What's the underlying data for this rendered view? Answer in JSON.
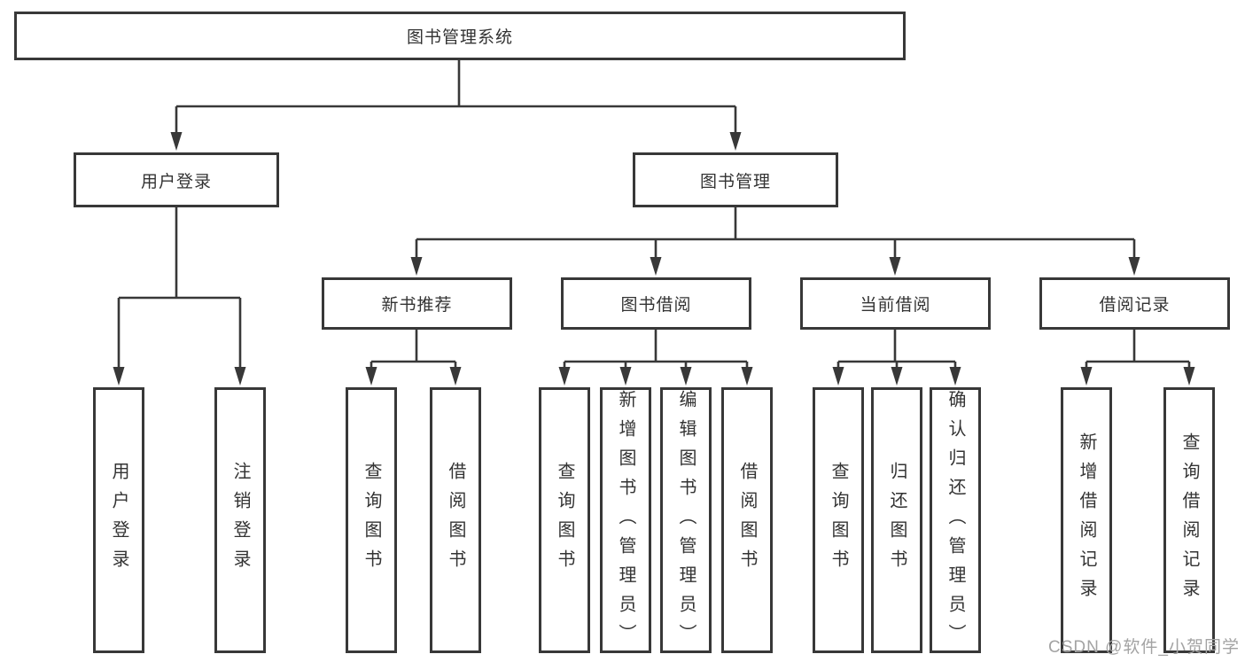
{
  "colors": {
    "line": "#383838",
    "text": "#333333",
    "watermark": "#a3a3a3",
    "background": "#ffffff"
  },
  "watermark": {
    "text": "CSDN @软件_小贺同学"
  },
  "tree": {
    "root": "图书管理系统",
    "children": [
      {
        "label": "用户登录",
        "children": [
          "用户登录",
          "注销登录"
        ]
      },
      {
        "label": "图书管理",
        "children": [
          {
            "label": "新书推荐",
            "children": [
              "查询图书",
              "借阅图书"
            ]
          },
          {
            "label": "图书借阅",
            "children": [
              "查询图书",
              "新增图书（管理员）",
              "编辑图书（管理员）",
              "借阅图书"
            ]
          },
          {
            "label": "当前借阅",
            "children": [
              "查询图书",
              "归还图书",
              "确认归还（管理员）"
            ]
          },
          {
            "label": "借阅记录",
            "children": [
              "新增借阅记录",
              "查询借阅记录"
            ]
          }
        ]
      }
    ]
  }
}
